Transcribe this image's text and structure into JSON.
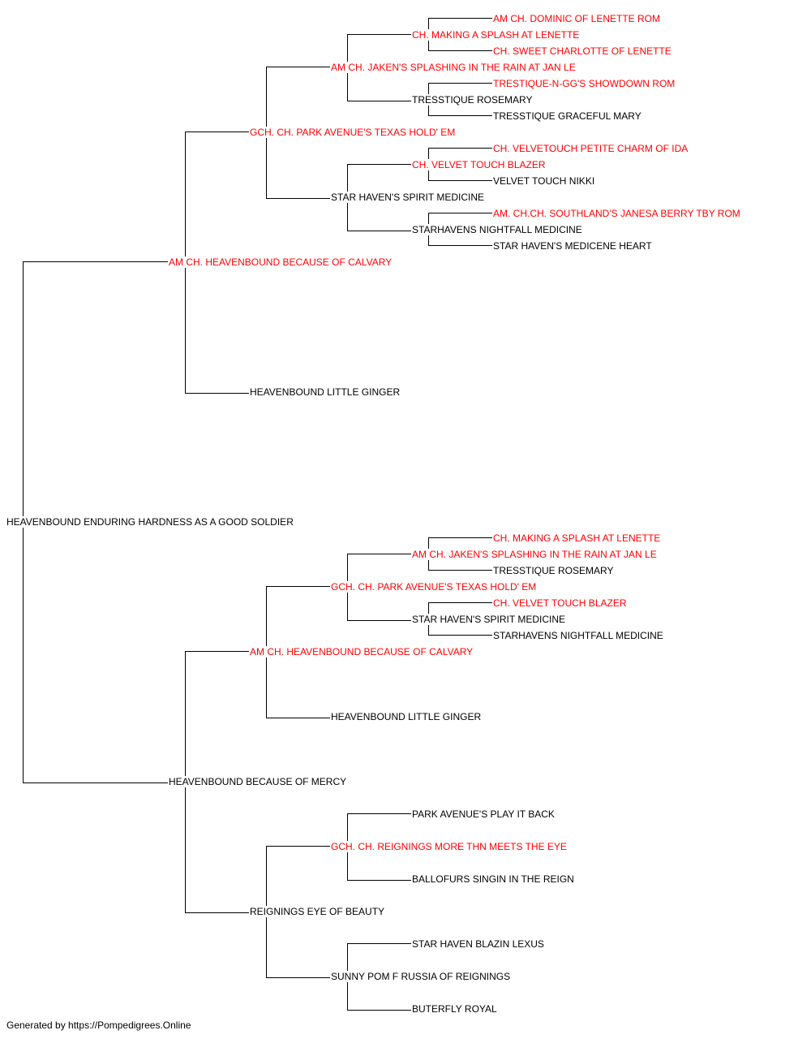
{
  "colors": {
    "titled": "#ff0000",
    "plain": "#000000",
    "lines": "#000000"
  },
  "pedigree": {
    "root": {
      "label": "HEAVENBOUND ENDURING HARDNESS AS A GOOD SOLDIER",
      "titled": false
    },
    "nodes": [
      {
        "label": "AM CH. DOMINIC OF LENETTE ROM",
        "titled": true
      },
      {
        "label": "CH. MAKING A SPLASH AT LENETTE",
        "titled": true
      },
      {
        "label": "CH. SWEET CHARLOTTE OF LENETTE",
        "titled": true
      },
      {
        "label": "AM CH. JAKEN'S SPLASHING IN THE RAIN AT JAN LE",
        "titled": true
      },
      {
        "label": "TRESTIQUE-N-GG'S SHOWDOWN ROM",
        "titled": true
      },
      {
        "label": "TRESSTIQUE ROSEMARY",
        "titled": false
      },
      {
        "label": "TRESSTIQUE GRACEFUL MARY",
        "titled": false
      },
      {
        "label": "GCH. CH. PARK AVENUE'S TEXAS HOLD' EM",
        "titled": true
      },
      {
        "label": "CH. VELVETOUCH PETITE CHARM OF IDA",
        "titled": true
      },
      {
        "label": "CH. VELVET TOUCH BLAZER",
        "titled": true
      },
      {
        "label": "VELVET TOUCH NIKKI",
        "titled": false
      },
      {
        "label": "STAR HAVEN'S SPIRIT MEDICINE",
        "titled": false
      },
      {
        "label": "AM. CH.CH. SOUTHLAND'S JANESA BERRY TBY ROM",
        "titled": true
      },
      {
        "label": "STARHAVENS NIGHTFALL MEDICINE",
        "titled": false
      },
      {
        "label": "STAR HAVEN'S MEDICENE HEART",
        "titled": false
      },
      {
        "label": "AM CH. HEAVENBOUND BECAUSE OF CALVARY",
        "titled": true
      },
      {
        "label": "HEAVENBOUND LITTLE GINGER",
        "titled": false
      },
      {
        "label": "CH. MAKING A SPLASH AT LENETTE",
        "titled": true
      },
      {
        "label": "AM CH. JAKEN'S SPLASHING IN THE RAIN AT JAN LE",
        "titled": true
      },
      {
        "label": "TRESSTIQUE ROSEMARY",
        "titled": false
      },
      {
        "label": "GCH. CH. PARK AVENUE'S TEXAS HOLD' EM",
        "titled": true
      },
      {
        "label": "CH. VELVET TOUCH BLAZER",
        "titled": true
      },
      {
        "label": "STAR HAVEN'S SPIRIT MEDICINE",
        "titled": false
      },
      {
        "label": "STARHAVENS NIGHTFALL MEDICINE",
        "titled": false
      },
      {
        "label": "AM CH. HEAVENBOUND BECAUSE OF CALVARY",
        "titled": true
      },
      {
        "label": "HEAVENBOUND LITTLE GINGER",
        "titled": false
      },
      {
        "label": "HEAVENBOUND BECAUSE OF MERCY",
        "titled": false
      },
      {
        "label": "PARK AVENUE'S PLAY IT BACK",
        "titled": false
      },
      {
        "label": "GCH. CH. REIGNINGS MORE THN MEETS THE EYE",
        "titled": true
      },
      {
        "label": "BALLOFURS SINGIN IN THE REIGN",
        "titled": false
      },
      {
        "label": "REIGNINGS EYE OF BEAUTY",
        "titled": false
      },
      {
        "label": "STAR HAVEN BLAZIN LEXUS",
        "titled": false
      },
      {
        "label": "SUNNY POM F RUSSIA OF REIGNINGS",
        "titled": false
      },
      {
        "label": "BUTERFLY ROYAL",
        "titled": false
      }
    ]
  },
  "footer": {
    "text": "Generated by https://Pompedigrees.Online"
  }
}
